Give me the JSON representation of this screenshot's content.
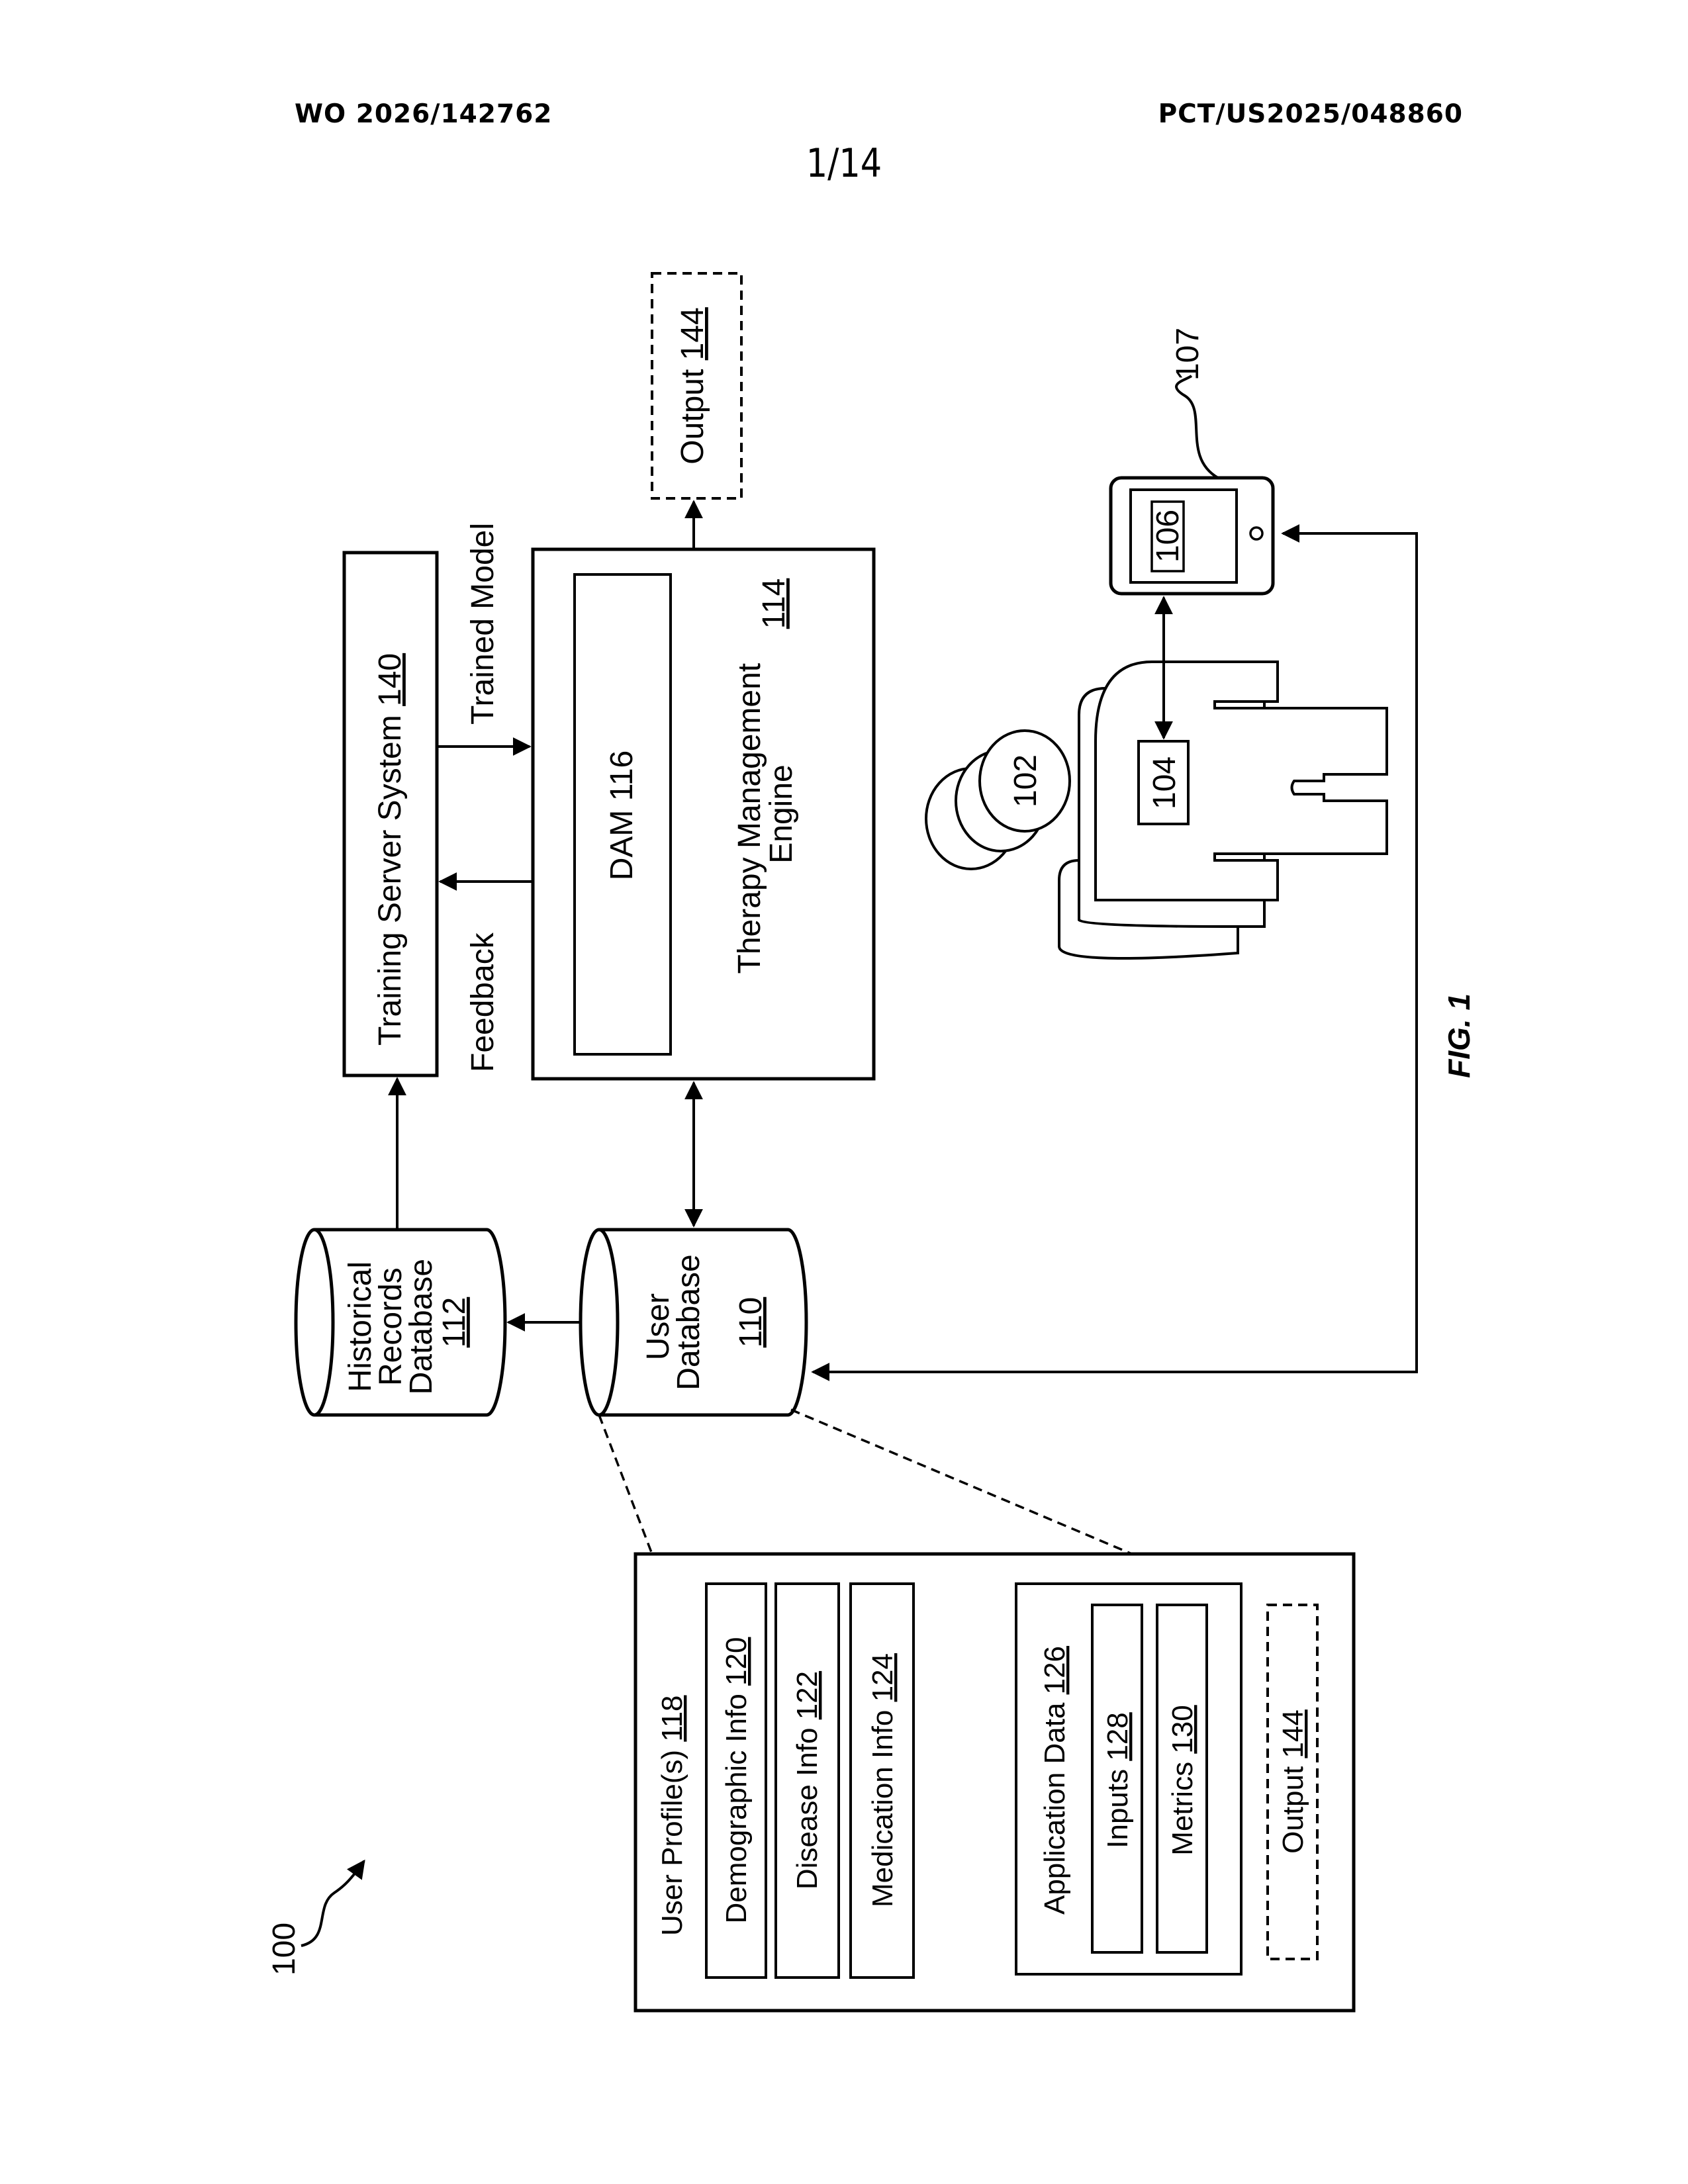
{
  "header": {
    "publication_number": "WO 2026/142762",
    "application_number": "PCT/US2025/048860",
    "sheet": "1/14"
  },
  "figure": {
    "caption": "FIG. 1",
    "system_ref": "100",
    "training_server": {
      "label": "Training Server System ",
      "ref": "140"
    },
    "edge_labels": {
      "feedback": "Feedback",
      "trained_model": "Trained Model"
    },
    "dam": {
      "label": "DAM 116"
    },
    "engine": {
      "line1": "Therapy Management",
      "line2": "Engine",
      "ref": "114"
    },
    "output_top": {
      "label": "Output ",
      "ref": "144"
    },
    "historical_db": {
      "line1": "Historical",
      "line2": "Records",
      "line3": "Database",
      "ref": "112"
    },
    "user_db": {
      "line1": "User",
      "line2": "Database",
      "ref": "110"
    },
    "patient_ref": "102",
    "wearable_ref": "104",
    "device_screen_ref": "106",
    "device_ref": "107",
    "profile_panel": {
      "user_profiles": {
        "label": "User Profile(s) ",
        "ref": "118"
      },
      "demographic": {
        "label": "Demographic Info ",
        "ref": "120"
      },
      "disease": {
        "label": "Disease Info ",
        "ref": "122"
      },
      "medication": {
        "label": "Medication Info ",
        "ref": "124"
      },
      "application_data": {
        "label": "Application Data ",
        "ref": "126"
      },
      "inputs": {
        "label": "Inputs ",
        "ref": "128"
      },
      "metrics": {
        "label": "Metrics ",
        "ref": "130"
      },
      "output": {
        "label": "Output ",
        "ref": "144"
      }
    }
  }
}
